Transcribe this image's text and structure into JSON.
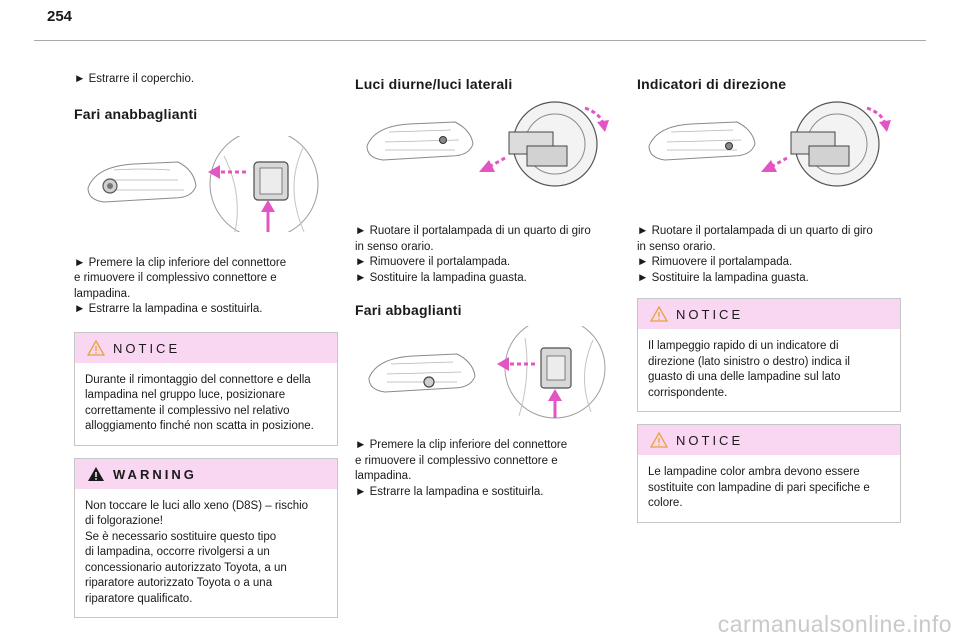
{
  "page_number": "254",
  "col1": {
    "intro": "► Estrarre il coperchio.",
    "heading": "Fari anabbaglianti",
    "steps": "► Premere la clip inferiore del connettore\ne rimuovere il complessivo connettore e\nlampadina.\n► Estrarre la lampadina e sostituirla.",
    "notice_title": "NOTICE",
    "notice_body": "Durante il rimontaggio del connettore e della\nlampadina nel gruppo luce, posizionare\ncorrettamente il complessivo nel relativo\nalloggiamento finché non scatta in posizione.",
    "warning_title": "WARNING",
    "warning_body": "Non toccare le luci allo xeno (D8S) – rischio\ndi folgorazione!\nSe è necessario sostituire questo tipo\ndi lampadina, occorre rivolgersi a un\nconcessionario autorizzato Toyota, a un\nriparatore autorizzato Toyota o a una\nriparatore qualificato."
  },
  "col2": {
    "heading1": "Luci diurne/luci laterali",
    "steps1": "► Ruotare il portalampada di un quarto di giro\nin senso orario.\n► Rimuovere il portalampada.\n► Sostituire la lampadina guasta.",
    "heading2": "Fari abbaglianti",
    "steps2": "► Premere la clip inferiore del connettore\ne rimuovere il complessivo connettore e\nlampadina.\n► Estrarre la lampadina e sostituirla."
  },
  "col3": {
    "heading": "Indicatori di direzione",
    "steps": "► Ruotare il portalampada di un quarto di giro\nin senso orario.\n► Rimuovere il portalampada.\n► Sostituire la lampadina guasta.",
    "notice1_title": "NOTICE",
    "notice1_body": "Il lampeggio rapido di un indicatore di\ndirezione (lato sinistro o destro) indica il\nguasto di una delle lampadine sul lato\ncorrispondente.",
    "notice2_title": "NOTICE",
    "notice2_body": "Le lampadine color ambra devono essere\nsostituite con lampadine di pari specifiche e\ncolore."
  },
  "watermark": "carmanualsonline.info",
  "colors": {
    "notice_bg": "#f9d6f2",
    "arrow": "#e455c4",
    "warning_icon": "#1a1a1a",
    "notice_icon": "#e8a33a"
  }
}
